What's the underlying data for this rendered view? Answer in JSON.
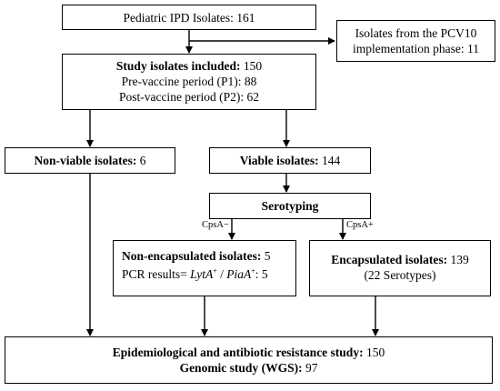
{
  "nodes": {
    "pediatric": {
      "text": "Pediatric IPD Isolates: 161"
    },
    "pcv10": {
      "line1": "Isolates from the PCV10",
      "line2": "implementation phase: 11"
    },
    "study": {
      "title": "Study isolates included:",
      "title_value": " 150",
      "line1": "Pre-vaccine period (P1): 88",
      "line2": "Post-vaccine period (P2): 62"
    },
    "nonviable": {
      "label": "Non-viable isolates:",
      "value": " 6"
    },
    "viable": {
      "label": "Viable isolates:",
      "value": " 144"
    },
    "serotyping": {
      "label": "Serotyping"
    },
    "nonencap": {
      "label": "Non-encapsulated isolates:",
      "value": " 5",
      "pcr_prefix": "PCR results= ",
      "gene1": "LytA",
      "sup1": "+",
      "sep": " / ",
      "gene2": "PiaA",
      "sup2": "+",
      "pcr_suffix": ": 5"
    },
    "encap": {
      "label": "Encapsulated isolates:",
      "value": " 139",
      "line2": "(22 Serotypes)"
    },
    "final": {
      "line1_label": "Epidemiological and antibiotic resistance study:",
      "line1_value": " 150",
      "line2_label": "Genomic study (WGS):",
      "line2_value": " 97"
    }
  },
  "edge_labels": {
    "neg": "CpsA−",
    "pos": "CpsA+"
  }
}
